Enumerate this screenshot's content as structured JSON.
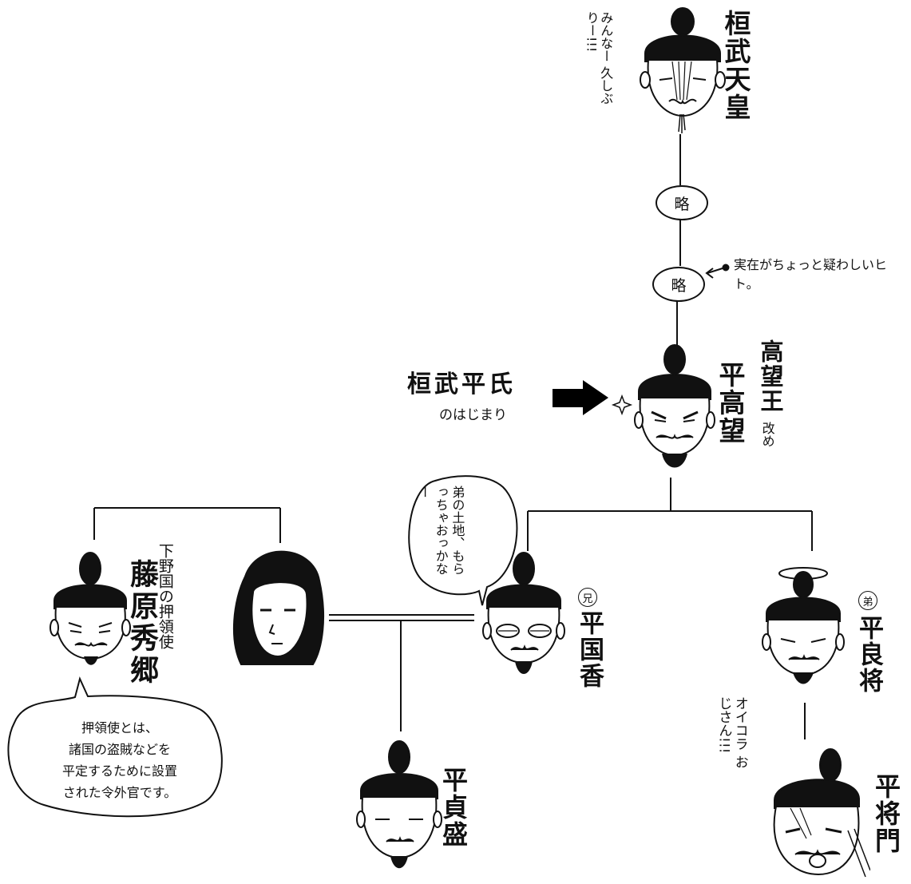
{
  "people": {
    "kanmu": {
      "name": "桓武天皇",
      "speech": "みんなー 久しぶりー!!!"
    },
    "omit1": {
      "label": "略"
    },
    "omit2": {
      "label": "略",
      "note": "実在がちょっと疑わしいヒト。"
    },
    "takamochi": {
      "name": "平高望",
      "former_name": "高望王",
      "former_suffix": "改め"
    },
    "hidesato": {
      "name": "藤原秀郷",
      "title": "下野国の押領使"
    },
    "wife": {},
    "kunika": {
      "name": "平国香",
      "badge": "兄",
      "speech": "弟の土地、もらっちゃおっかなー"
    },
    "yoshimasa": {
      "name": "平良将",
      "badge": "弟"
    },
    "masakado": {
      "name": "平将門",
      "speech": "オイコラ おじさん!!!"
    },
    "sadamori": {
      "name": "平貞盛"
    }
  },
  "banner": {
    "title": "桓武平氏",
    "subtitle": "のはじまり"
  },
  "explanation": {
    "line1": "押領使とは、",
    "line2": "諸国の盗賊などを",
    "line3": "平定するために設置",
    "line4": "された令外官です。"
  },
  "colors": {
    "ink": "#111111",
    "paper": "#ffffff"
  }
}
